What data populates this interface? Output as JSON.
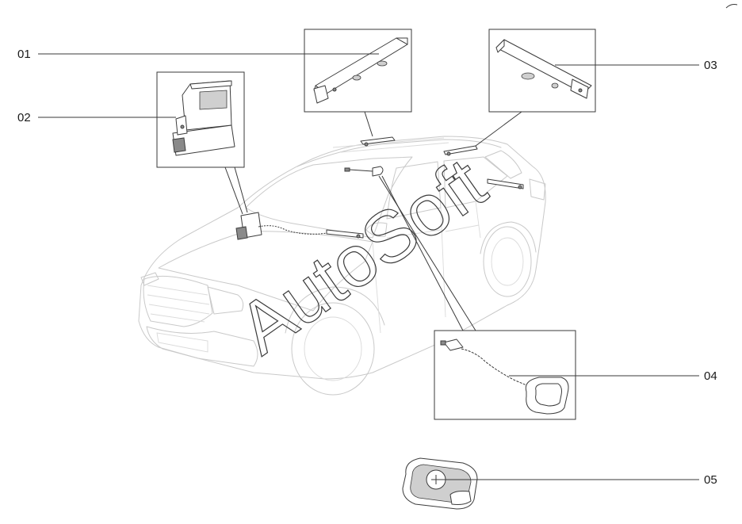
{
  "callouts": [
    {
      "id": "01",
      "label": "01"
    },
    {
      "id": "02",
      "label": "02"
    },
    {
      "id": "03",
      "label": "03"
    },
    {
      "id": "04",
      "label": "04"
    },
    {
      "id": "05",
      "label": "05"
    }
  ],
  "watermark": "AutoSoft",
  "components": [
    {
      "id": "01",
      "icon": "antenna-bar-icon"
    },
    {
      "id": "02",
      "icon": "control-module-icon"
    },
    {
      "id": "03",
      "icon": "antenna-bar-icon"
    },
    {
      "id": "04",
      "icon": "loop-antenna-cable-icon"
    },
    {
      "id": "05",
      "icon": "key-fob-icon"
    }
  ],
  "colors": {
    "line": "#3a3a3a",
    "vehicle": "#c9c9c9",
    "background": "#ffffff"
  }
}
